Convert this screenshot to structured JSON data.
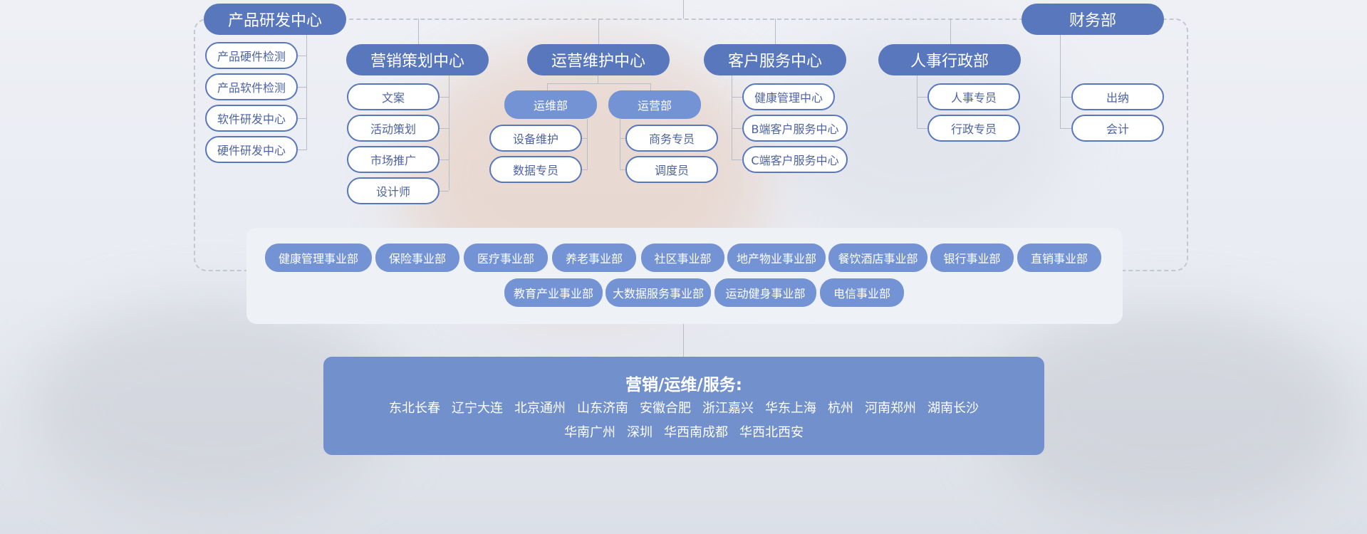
{
  "departments": {
    "product_rd": {
      "label": "产品研发中心",
      "children": [
        "产品硬件检测",
        "产品软件检测",
        "软件研发中心",
        "硬件研发中心"
      ]
    },
    "marketing": {
      "label": "营销策划中心",
      "children": [
        "文案",
        "活动策划",
        "市场推广",
        "设计师"
      ]
    },
    "operations": {
      "label": "运营维护中心",
      "subunits": [
        {
          "label": "运维部",
          "children": [
            "设备维护",
            "数据专员"
          ]
        },
        {
          "label": "运营部",
          "children": [
            "商务专员",
            "调度员"
          ]
        }
      ]
    },
    "customer_service": {
      "label": "客户服务中心",
      "children": [
        "健康管理中心",
        "B端客户服务中心",
        "C端客户服务中心"
      ]
    },
    "hr_admin": {
      "label": "人事行政部",
      "children": [
        "人事专员",
        "行政专员"
      ]
    },
    "finance": {
      "label": "财务部",
      "children": [
        "出纳",
        "会计"
      ]
    }
  },
  "business_units": {
    "row1": [
      "健康管理事业部",
      "保险事业部",
      "医疗事业部",
      "养老事业部",
      "社区事业部",
      "地产物业事业部",
      "餐饮酒店事业部",
      "银行事业部",
      "直销事业部"
    ],
    "row2": [
      "教育产业事业部",
      "大数据服务事业部",
      "运动健身事业部",
      "电信事业部"
    ]
  },
  "regions": {
    "title": "营销/运维/服务:",
    "line1": [
      "东北长春",
      "辽宁大连",
      "北京通州",
      "山东济南",
      "安徽合肥",
      "浙江嘉兴",
      "华东上海",
      "杭州",
      "河南郑州",
      "湖南长沙"
    ],
    "line2": [
      "华南广州",
      "深圳",
      "华西南成都",
      "华西北西安"
    ]
  },
  "colors": {
    "primary": "#5877bd",
    "secondary": "#7393d4",
    "region_bg": "#7190cc",
    "connector": "#b7bcc6"
  }
}
